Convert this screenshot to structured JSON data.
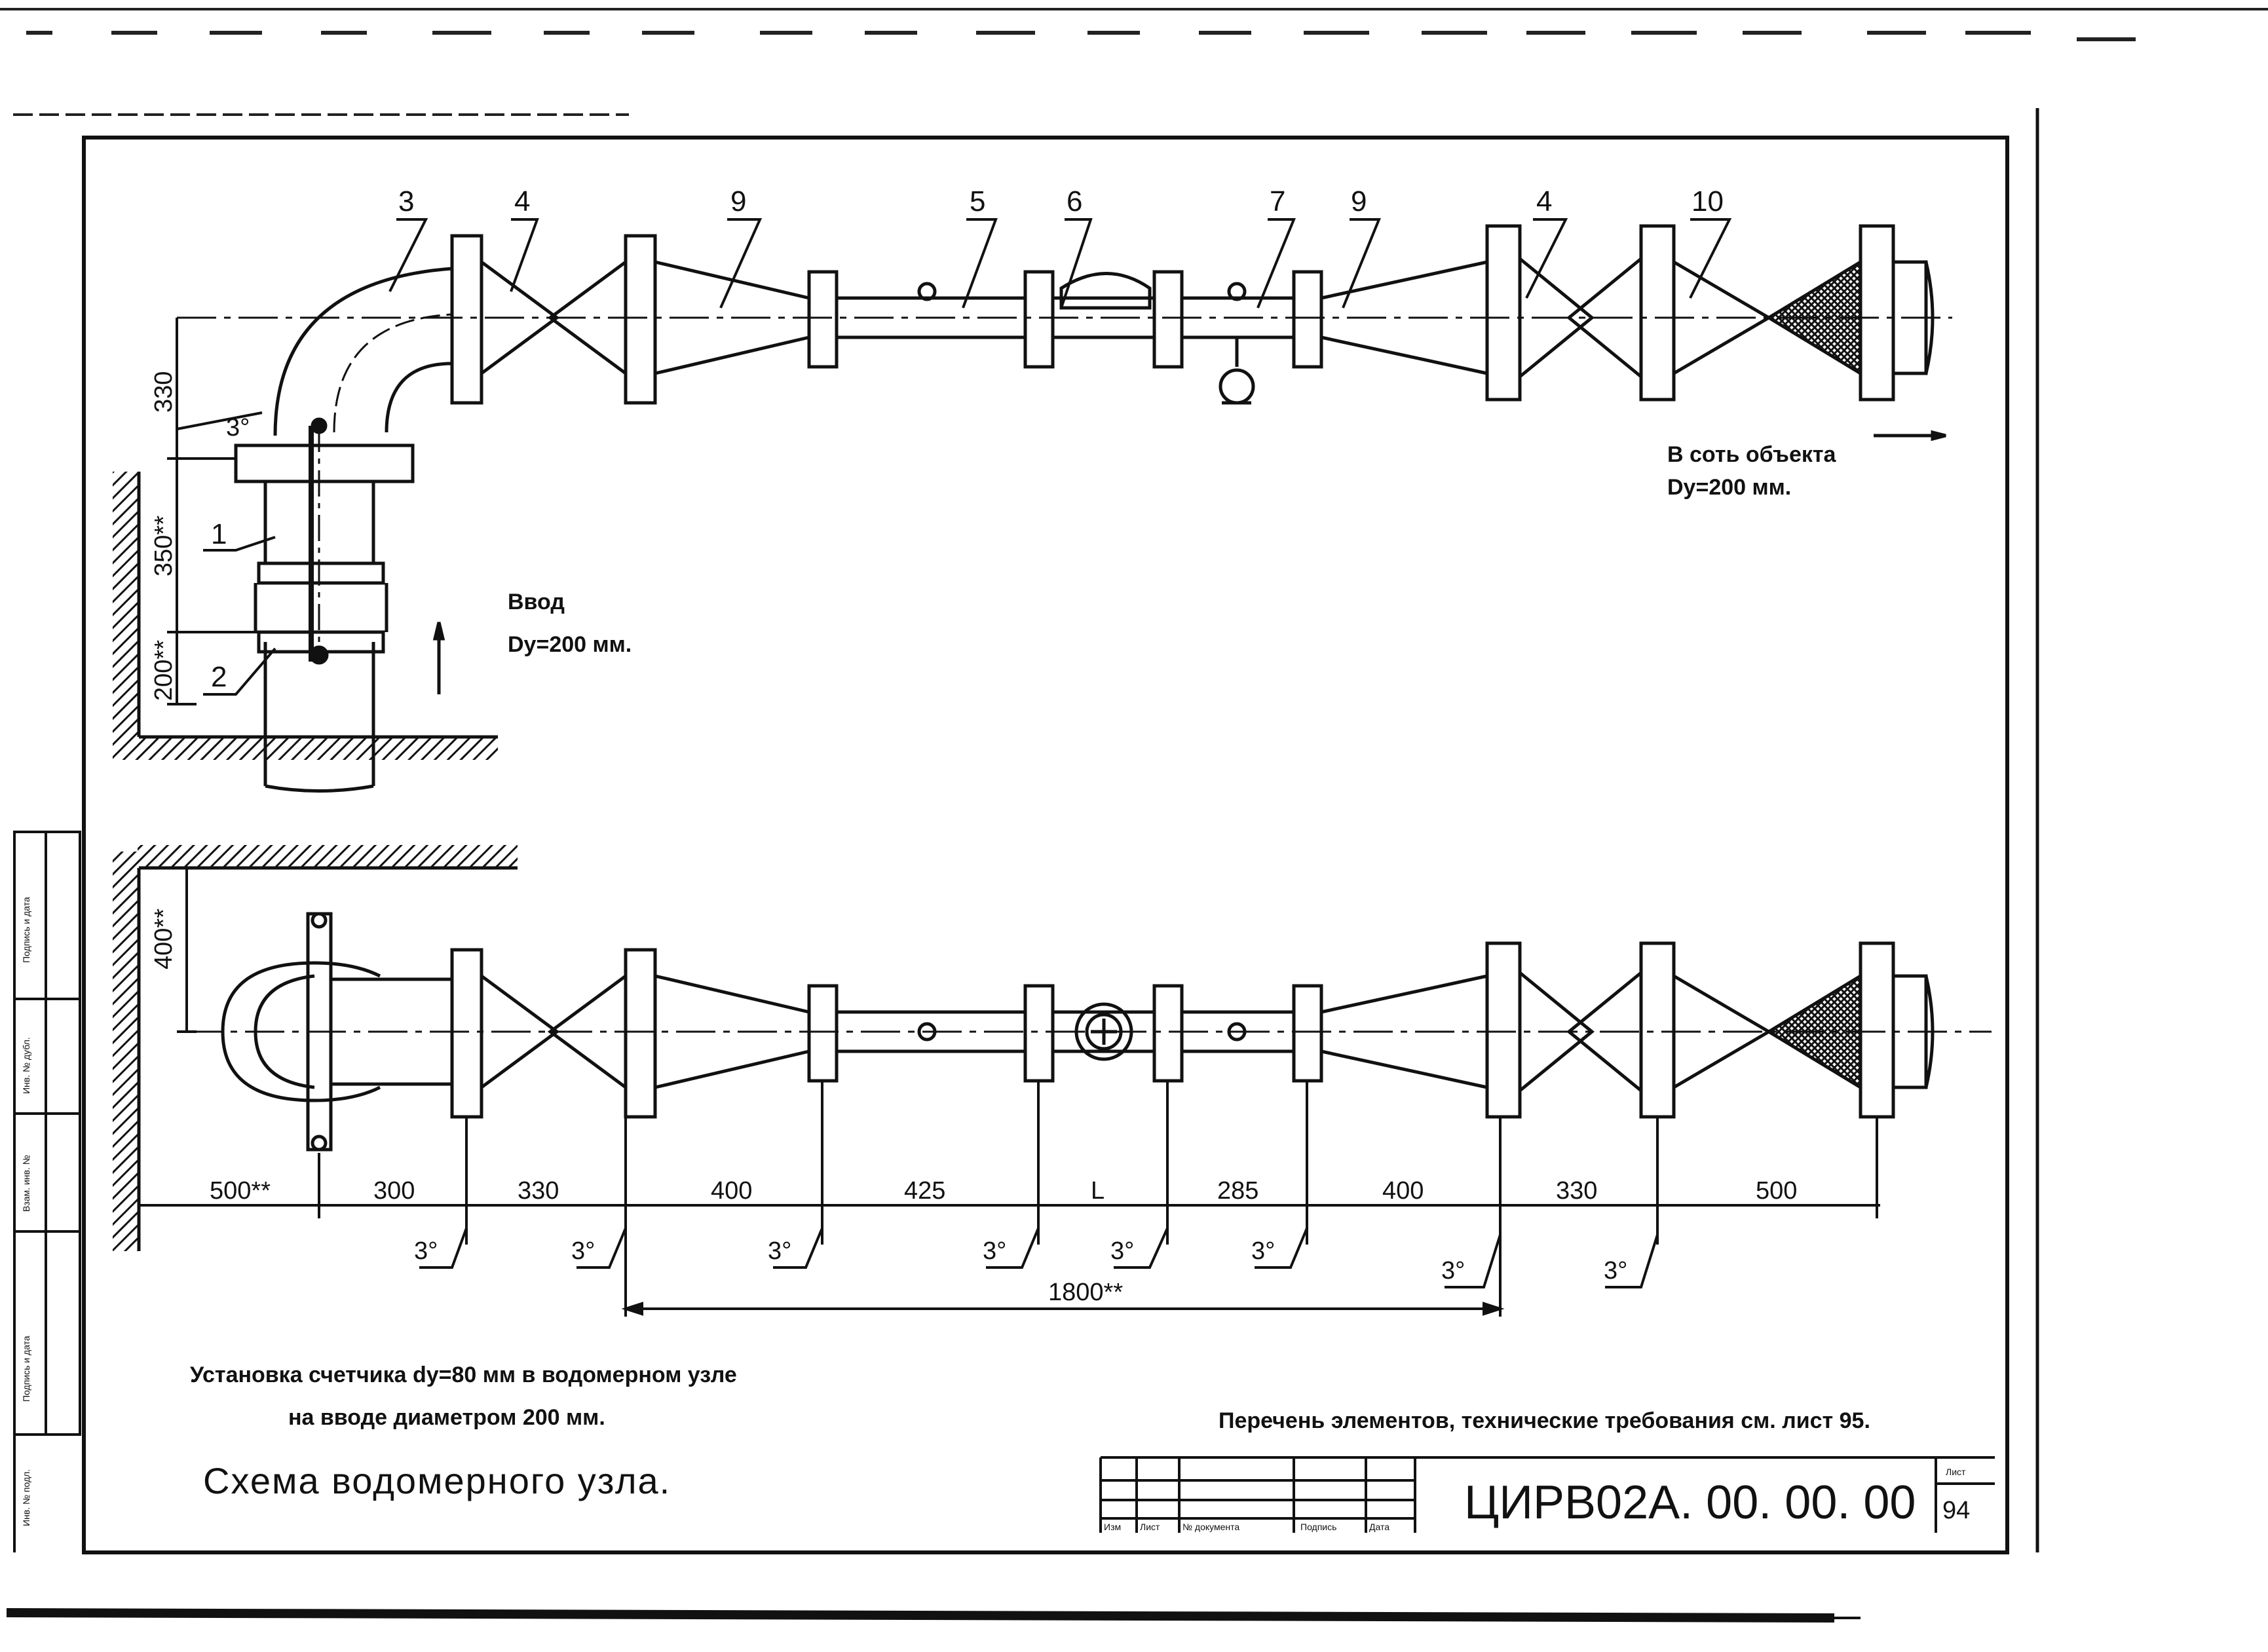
{
  "top_view": {
    "callouts": [
      "3",
      "4",
      "9",
      "5",
      "6",
      "7",
      "9",
      "4",
      "10"
    ],
    "left_callouts": [
      "1",
      "2"
    ],
    "vertical_dims": [
      "330",
      "350**",
      "200**"
    ],
    "angle_label": "3°",
    "inlet_note": [
      "Ввод",
      "Dy=200 мм."
    ],
    "outlet_note": [
      "В соть объекта",
      "Dy=200 мм."
    ]
  },
  "bottom_view": {
    "vertical_dim": "400**",
    "horizontal_dims": [
      "500**",
      "300",
      "330",
      "400",
      "425",
      "L",
      "285",
      "400",
      "330",
      "500"
    ],
    "angle_labels": [
      "3°",
      "3°",
      "3°",
      "3°",
      "3°",
      "3°",
      "3°",
      "3°"
    ],
    "overall_dim": "1800**"
  },
  "caption": {
    "line1": "Установка счетчика dy=80 мм в водомерном узле",
    "line2": "на вводе диаметром 200 мм.",
    "title": "Схема водомерного узла.",
    "reference": "Перечень элементов, технические требования см. лист 95."
  },
  "title_block": {
    "doc_code": "ЦИРВ02А. 00. 00. 00",
    "sheet_label": "Лист",
    "sheet_number": "94",
    "columns": [
      "Изм",
      "Лист",
      "№ документа",
      "Подпись",
      "Дата"
    ]
  },
  "side_stamp": {
    "labels": [
      "Подпись и дата",
      "Инв. № дубл.",
      "Взам. инв. №",
      "Подпись и дата",
      "Инв. № подл."
    ]
  }
}
